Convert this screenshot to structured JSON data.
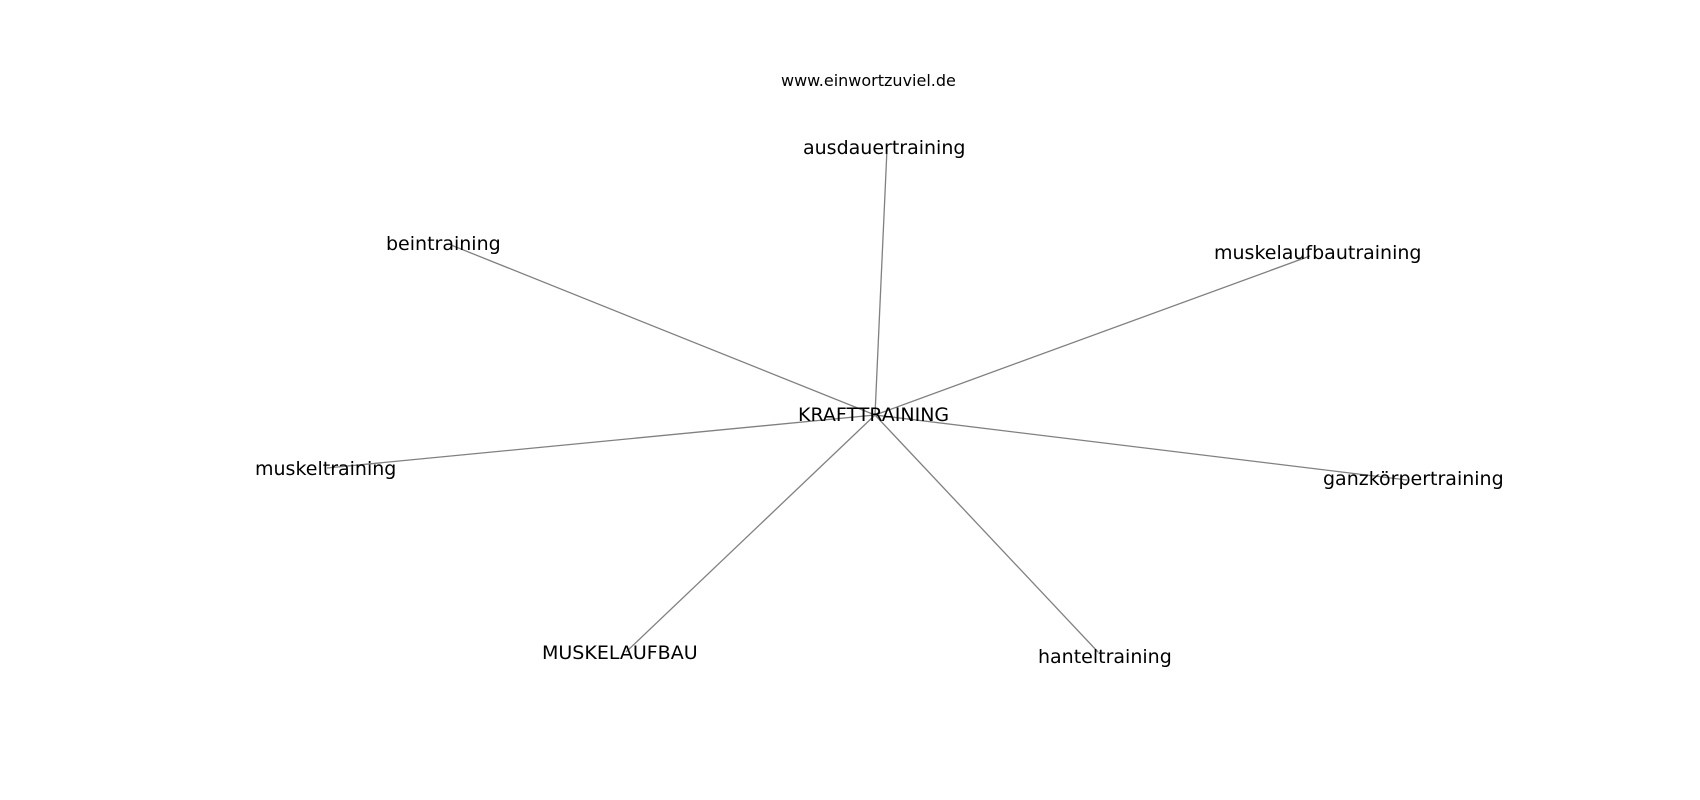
{
  "watermark": "www.einwortzuviel.de",
  "graph": {
    "center": "KRAFTTRAINING",
    "nodes": [
      "ausdauertraining",
      "beintraining",
      "muskelaufbautraining",
      "muskeltraining",
      "ganzkörpertraining",
      "MUSKELAUFBAU",
      "hanteltraining"
    ]
  },
  "colors": {
    "edge": "#808080",
    "text": "#000000",
    "background": "#ffffff"
  }
}
